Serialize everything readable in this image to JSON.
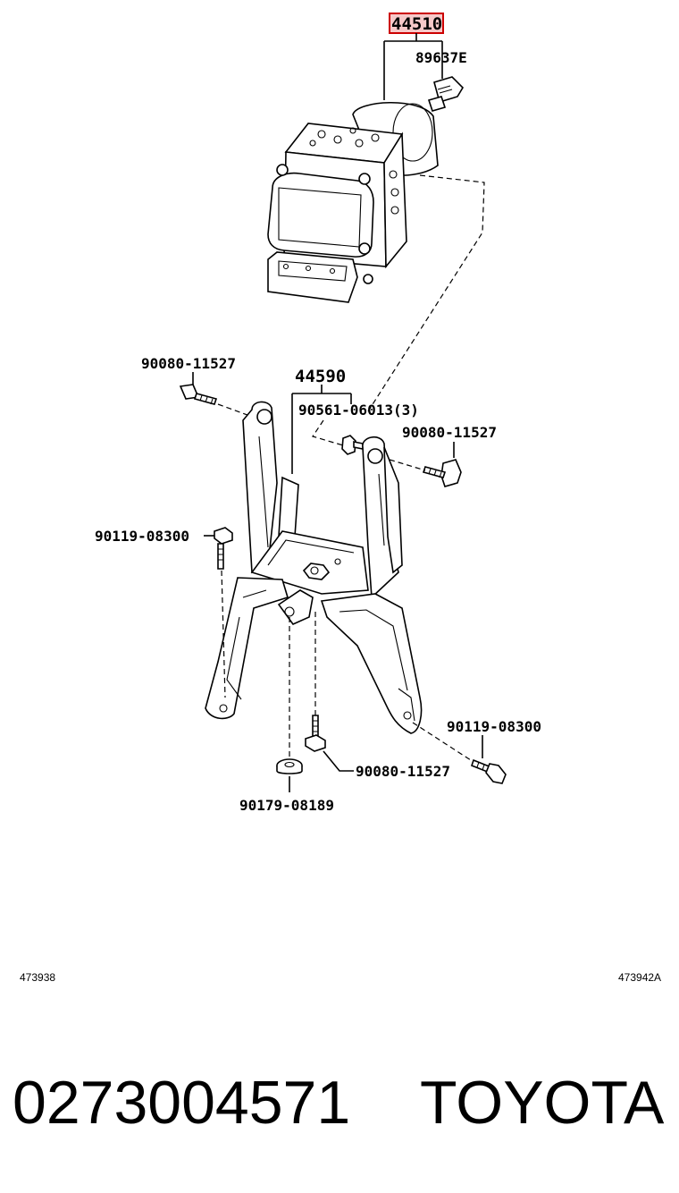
{
  "parts": {
    "actuator": "44510",
    "sensor": "89637E",
    "bracket": "44590",
    "bolt_upper_left": "90080-11527",
    "nut": "90561-06013(3)",
    "bolt_upper_right": "90080-11527",
    "bolt_mid_left": "90119-08300",
    "bolt_lower_right": "90119-08300",
    "bolt_lower_mid": "90080-11527",
    "washer": "90179-08189"
  },
  "highlighted_part": "44510",
  "colors": {
    "highlight_fill": "#f6c9c9",
    "highlight_border": "#cc0000",
    "ink": "#000000"
  },
  "ref_codes": {
    "left": "473938",
    "right": "473942A"
  },
  "footer": {
    "part_number": "0273004571",
    "brand": "TOYOTA"
  }
}
